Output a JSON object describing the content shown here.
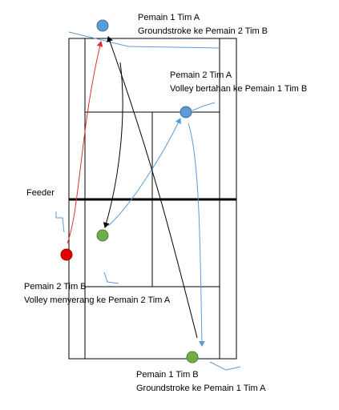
{
  "colors": {
    "team_a": "#5b9bd5",
    "team_b": "#70ad47",
    "feeder": "#e00000",
    "feeder_path": "#e03030",
    "return_path": "#000000",
    "volley_path": "#5b9bd5",
    "court_lines": "#000000",
    "net": "#000000"
  },
  "labels": {
    "feeder": "Feeder",
    "a1_name": "Pemain 1 Tim A",
    "a1_action": "Groundstroke ke Pemain 2 Tim B",
    "a2_name": "Pemain 2 Tim A",
    "a2_action": "Volley bertahan ke Pemain 1 Tim B",
    "b2_name": "Pemain 2 Tim B",
    "b2_action": "Volley menyerang ke Pemain 2 Tim A",
    "b1_name": "Pemain 1 Tim B",
    "b1_action": "Groundstroke ke Pemain 1 Tim A"
  },
  "players": [
    {
      "id": "a1",
      "team": "A",
      "name": "Pemain 1 Tim A"
    },
    {
      "id": "a2",
      "team": "A",
      "name": "Pemain 2 Tim A"
    },
    {
      "id": "b2",
      "team": "B",
      "name": "Pemain 2 Tim B"
    },
    {
      "id": "b1",
      "team": "B",
      "name": "Pemain 1 Tim B"
    },
    {
      "id": "feeder",
      "team": "none",
      "name": "Feeder"
    }
  ]
}
